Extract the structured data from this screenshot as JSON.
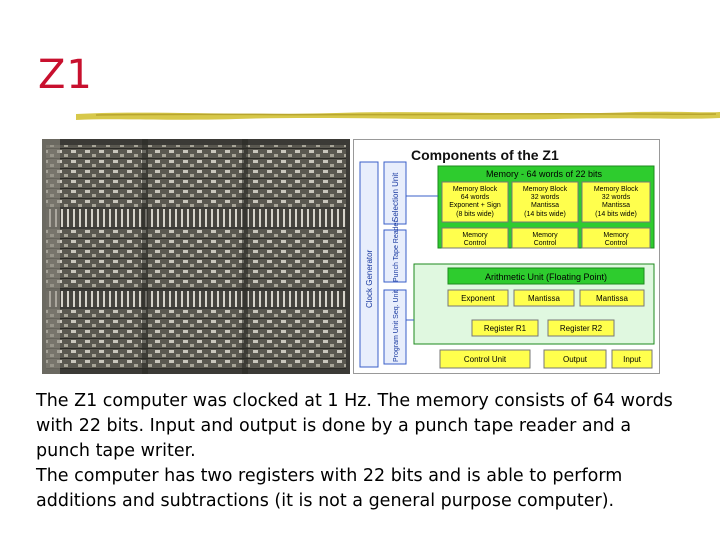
{
  "slide": {
    "title": "Z1",
    "paragraphs": [
      "The Z1 computer was clocked at 1 Hz. The memory consists of 64 words with 22 bits. Input and output is done by a punch tape reader and a punch tape writer.",
      "The computer has two registers with 22 bits and is able to perform additions and subtractions (it is not a general purpose computer)."
    ]
  },
  "diagram": {
    "heading": "Components of the Z1",
    "clock_generator": "Clock Generator",
    "selection_unit": "Selection Unit",
    "punch_tape_reader": "Punch Tape Reader",
    "program_unit": "Program Unit Seq. Unit",
    "memory_title": "Memory - 64 words of 22 bits",
    "memory_blocks": [
      {
        "line1": "Memory Block",
        "line2": "64 words",
        "line3": "Exponent + Sign",
        "line4": "(8 bits wide)"
      },
      {
        "line1": "Memory Block",
        "line2": "32 words",
        "line3": "Mantissa",
        "line4": "(14 bits wide)"
      },
      {
        "line1": "Memory Block",
        "line2": "32 words",
        "line3": "Mantissa",
        "line4": "(14 bits wide)"
      }
    ],
    "memory_controls": [
      {
        "line1": "Memory",
        "line2": "Control"
      },
      {
        "line1": "Memory",
        "line2": "Control"
      },
      {
        "line1": "Memory",
        "line2": "Control"
      }
    ],
    "alu_title": "Arithmetic Unit (Floating Point)",
    "alu_parts": [
      "Exponent",
      "Mantissa",
      "Mantissa"
    ],
    "registers": [
      "Register R1",
      "Register R2"
    ],
    "bottom": [
      "Control Unit",
      "Output",
      "Input"
    ],
    "colors": {
      "green": "#2ecc2e",
      "yellow": "#ffff4d",
      "blue_panel": "#e8eefc",
      "alu_bg": "#e0f8e0"
    }
  }
}
